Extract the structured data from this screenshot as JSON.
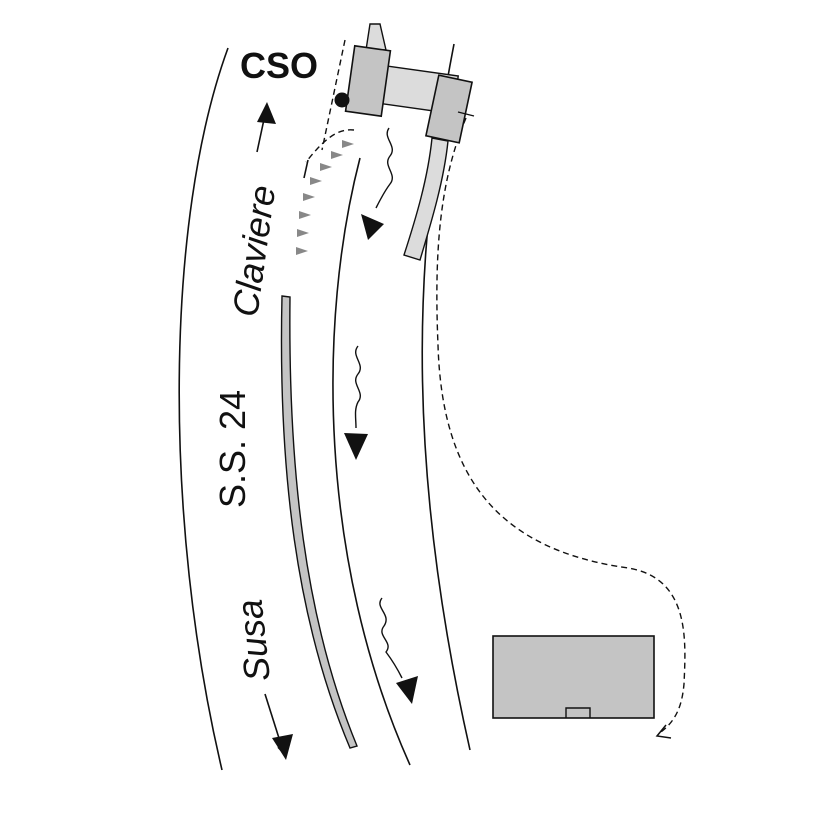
{
  "labels": {
    "cso": "CSO",
    "claviere": "Claviere",
    "road": "S.S. 24",
    "susa": "Susa"
  },
  "colors": {
    "line": "#111111",
    "gray_fill": "#c4c4c4",
    "light_fill": "#dcdcdc",
    "chevron": "#888888",
    "background": "#ffffff"
  }
}
